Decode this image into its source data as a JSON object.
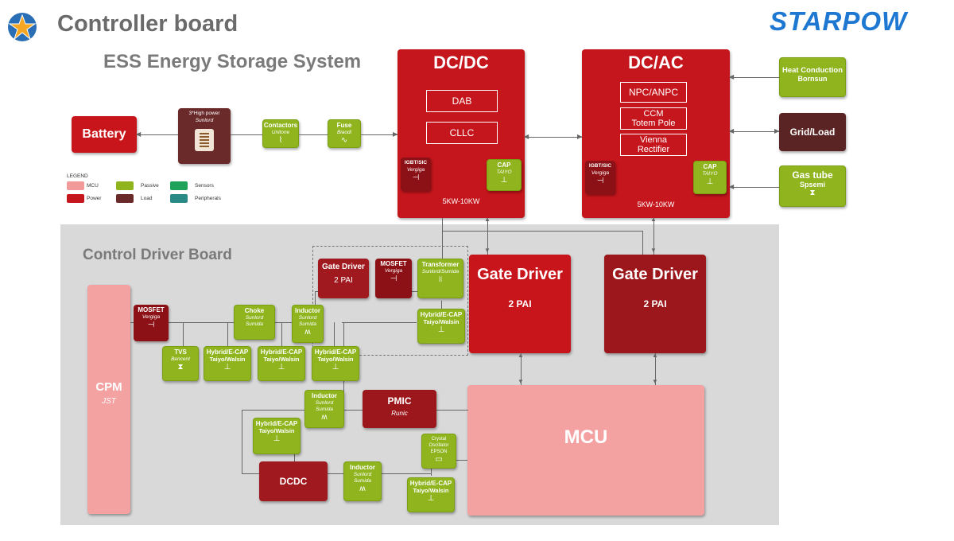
{
  "header": {
    "title": "Controller board",
    "subtitle": "ESS Energy Storage System",
    "brand": "STARPOW"
  },
  "colors": {
    "mcu": "#f29a9a",
    "power": "#c4161c",
    "passive": "#8fb41e",
    "load": "#6b2a2a",
    "sensors": "#1fa35b",
    "peripherals": "#2a8a86",
    "panel": "#d9d9d9"
  },
  "legend": {
    "title": "LEGEND",
    "items": [
      "MCU",
      "Power",
      "Passive",
      "Load",
      "Sensors",
      "Peripherals"
    ]
  },
  "top": {
    "battery": "Battery",
    "hv_power": {
      "name": "3*High power",
      "sub": "Sunlord"
    },
    "contactors": {
      "name": "Contactors",
      "sub": "Unitone"
    },
    "fuse": {
      "name": "Fuse",
      "sub": "Biaodi"
    },
    "dcdc": {
      "title": "DC/DC",
      "items": [
        "DAB",
        "CLLC"
      ],
      "igbt": {
        "name": "IGBT/SIC",
        "sub": "Vergiga"
      },
      "cap": {
        "name": "CAP",
        "sub": "TAIYO"
      },
      "power": "5KW-10KW"
    },
    "dcac": {
      "title": "DC/AC",
      "items": [
        "NPC/ANPC",
        "CCM\nTotem Pole",
        "Vienna\nRectifier"
      ],
      "igbt": {
        "name": "IGBT/SIC",
        "sub": "Vergiga"
      },
      "cap": {
        "name": "CAP",
        "sub": "TAIYO"
      },
      "power": "5KW-10KW"
    },
    "heat": {
      "name": "Heat Conduction",
      "sub": "Bornsun"
    },
    "grid": "Grid/Load",
    "gas": {
      "name": "Gas tube",
      "sub": "Spsemi"
    }
  },
  "board": {
    "title": "Control Driver Board",
    "cpm": {
      "name": "CPM",
      "sub": "JST"
    },
    "mosfet1": {
      "name": "MOSFET",
      "sub": "Vergiga"
    },
    "tvs": {
      "name": "TVS",
      "sub": "Bencent"
    },
    "choke": {
      "name": "Choke",
      "sub1": "Sunlord",
      "sub2": "Sumida"
    },
    "inductor1": {
      "name": "Inductor",
      "sub1": "Sunlord",
      "sub2": "Sumida"
    },
    "cap_name": "Hybrid/E-CAP",
    "cap_sub": "Taiyo/Walsin",
    "gate_small": {
      "name": "Gate Driver",
      "sub": "2 PAI"
    },
    "mosfet2": {
      "name": "MOSFET",
      "sub": "Vergiga"
    },
    "transformer": {
      "name": "Transformer",
      "sub": "Sunlord/Sumida"
    },
    "gate1": {
      "name": "Gate Driver",
      "sub": "2 PAI"
    },
    "gate2": {
      "name": "Gate Driver",
      "sub": "2 PAI"
    },
    "inductor2": {
      "name": "Inductor",
      "sub1": "Sunlord",
      "sub2": "Sumida"
    },
    "pmic": {
      "name": "PMIC",
      "sub": "Runic"
    },
    "mcu": "MCU",
    "crystal": {
      "name": "Crystal Oscillator",
      "sub": "EPSON"
    },
    "dcdc": "DCDC",
    "inductor3": {
      "name": "Inductor",
      "sub1": "Sunlord",
      "sub2": "Sumida"
    }
  }
}
